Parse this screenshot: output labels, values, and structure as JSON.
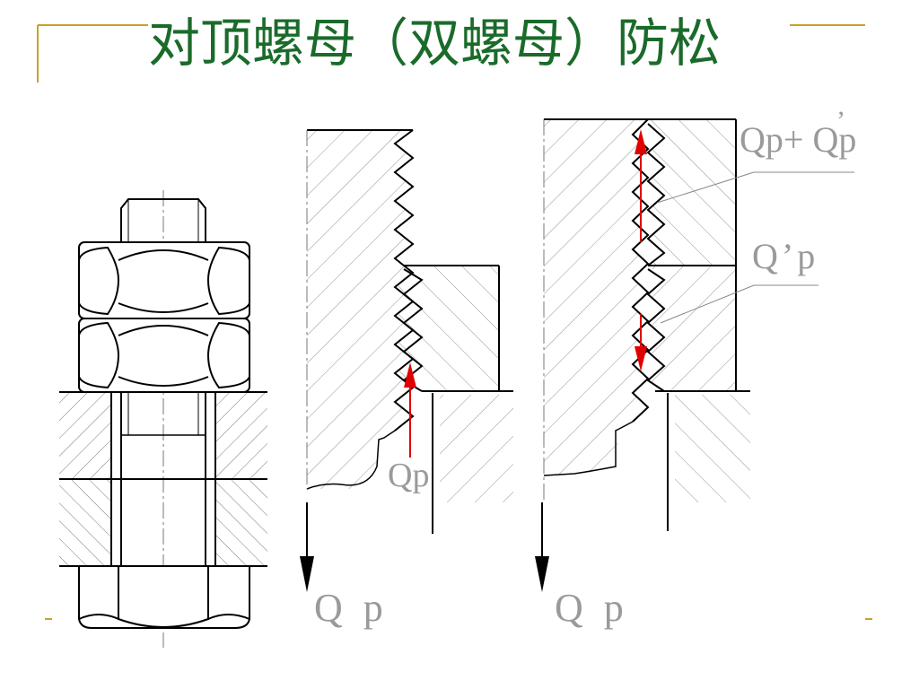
{
  "title": "对顶螺母（双螺母）防松",
  "colors": {
    "accent_rule": "#c9a227",
    "title": "#1a6b2a",
    "force_arrow": "#e00000",
    "label_gray": "#9a9a9a",
    "line": "#000000"
  },
  "labels": {
    "qp_left": "Q p",
    "qp_mid": "Q p",
    "qp_arrow": "Qp",
    "qp_sum": "Qp+ Qp",
    "qp_sum_prime": "’",
    "qp_prime": "Q’p"
  },
  "icons": {
    "downward_load_arrow": "arrow-down-icon",
    "force_arrow_up": "arrow-up-icon",
    "force_arrow_down": "arrow-down-icon"
  }
}
